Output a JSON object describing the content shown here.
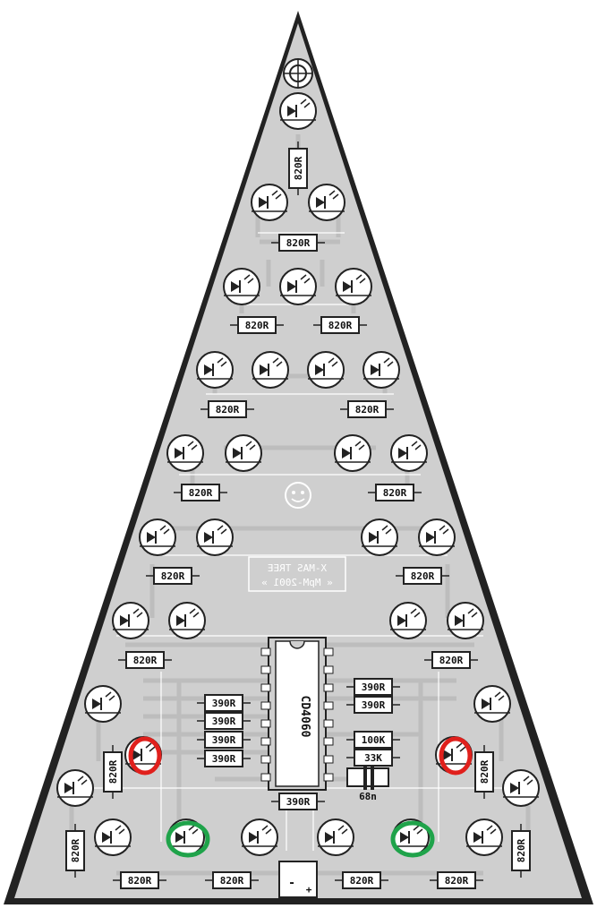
{
  "board": {
    "silkscreen_line1": "X-MAS TREE",
    "silkscreen_line2": "« MpM-2001 »",
    "ic_label": "CD4060",
    "capacitor_label": "68n",
    "power_minus": "-",
    "power_plus": "+",
    "colors": {
      "background": "#ffffff",
      "board": "#cfcfcf",
      "copper": "#bdbdbd",
      "outline": "#222222",
      "highlight_red": "#e0201c",
      "highlight_green": "#1fa34a"
    }
  },
  "resistors": [
    {
      "id": "r1",
      "label": "820R",
      "orient": "v"
    },
    {
      "id": "r2",
      "label": "820R",
      "orient": "h"
    },
    {
      "id": "r3",
      "label": "820R",
      "orient": "h"
    },
    {
      "id": "r4",
      "label": "820R",
      "orient": "h"
    },
    {
      "id": "r5",
      "label": "820R",
      "orient": "h"
    },
    {
      "id": "r6",
      "label": "820R",
      "orient": "h"
    },
    {
      "id": "r7",
      "label": "820R",
      "orient": "h"
    },
    {
      "id": "r8",
      "label": "820R",
      "orient": "h"
    },
    {
      "id": "r9",
      "label": "820R",
      "orient": "h"
    },
    {
      "id": "r10",
      "label": "820R",
      "orient": "h"
    },
    {
      "id": "r11",
      "label": "820R",
      "orient": "h"
    },
    {
      "id": "r12",
      "label": "820R",
      "orient": "h"
    },
    {
      "id": "r13",
      "label": "820R",
      "orient": "h"
    },
    {
      "id": "r14",
      "label": "390R",
      "orient": "h"
    },
    {
      "id": "r15",
      "label": "390R",
      "orient": "h"
    },
    {
      "id": "r16",
      "label": "390R",
      "orient": "h"
    },
    {
      "id": "r17",
      "label": "390R",
      "orient": "h"
    },
    {
      "id": "r18",
      "label": "390R",
      "orient": "h"
    },
    {
      "id": "r19",
      "label": "390R",
      "orient": "h"
    },
    {
      "id": "r20",
      "label": "100K",
      "orient": "h"
    },
    {
      "id": "r21",
      "label": "33K",
      "orient": "h"
    },
    {
      "id": "r22",
      "label": "390R",
      "orient": "h"
    },
    {
      "id": "r23",
      "label": "820R",
      "orient": "v"
    },
    {
      "id": "r24",
      "label": "820R",
      "orient": "v"
    },
    {
      "id": "r25",
      "label": "820R",
      "orient": "v"
    },
    {
      "id": "r26",
      "label": "820R",
      "orient": "v"
    },
    {
      "id": "r27",
      "label": "820R",
      "orient": "h"
    },
    {
      "id": "r28",
      "label": "820R",
      "orient": "h"
    },
    {
      "id": "r29",
      "label": "820R",
      "orient": "h"
    },
    {
      "id": "r30",
      "label": "820R",
      "orient": "h"
    }
  ],
  "leds": [
    {
      "id": "led-top",
      "highlight": ""
    },
    {
      "id": "led-r2a",
      "highlight": ""
    },
    {
      "id": "led-r2b",
      "highlight": ""
    },
    {
      "id": "led-r3a",
      "highlight": ""
    },
    {
      "id": "led-r3b",
      "highlight": ""
    },
    {
      "id": "led-r3c",
      "highlight": ""
    },
    {
      "id": "led-r4a",
      "highlight": ""
    },
    {
      "id": "led-r4b",
      "highlight": ""
    },
    {
      "id": "led-r4c",
      "highlight": ""
    },
    {
      "id": "led-r4d",
      "highlight": ""
    },
    {
      "id": "led-r5a",
      "highlight": ""
    },
    {
      "id": "led-r5b",
      "highlight": ""
    },
    {
      "id": "led-r5c",
      "highlight": ""
    },
    {
      "id": "led-r5d",
      "highlight": ""
    },
    {
      "id": "led-r6a",
      "highlight": ""
    },
    {
      "id": "led-r6b",
      "highlight": ""
    },
    {
      "id": "led-r6c",
      "highlight": ""
    },
    {
      "id": "led-r6d",
      "highlight": ""
    },
    {
      "id": "led-r7a",
      "highlight": ""
    },
    {
      "id": "led-r7b",
      "highlight": ""
    },
    {
      "id": "led-r7c",
      "highlight": ""
    },
    {
      "id": "led-r7d",
      "highlight": ""
    },
    {
      "id": "led-r8a",
      "highlight": ""
    },
    {
      "id": "led-r8b",
      "highlight": ""
    },
    {
      "id": "led-r9a",
      "highlight": "red"
    },
    {
      "id": "led-r9b",
      "highlight": "red"
    },
    {
      "id": "led-r10a",
      "highlight": ""
    },
    {
      "id": "led-r10b",
      "highlight": ""
    },
    {
      "id": "led-r11a",
      "highlight": ""
    },
    {
      "id": "led-r11b",
      "highlight": "green"
    },
    {
      "id": "led-r11c",
      "highlight": ""
    },
    {
      "id": "led-r11d",
      "highlight": ""
    },
    {
      "id": "led-r11e",
      "highlight": "green"
    },
    {
      "id": "led-r11f",
      "highlight": ""
    }
  ]
}
